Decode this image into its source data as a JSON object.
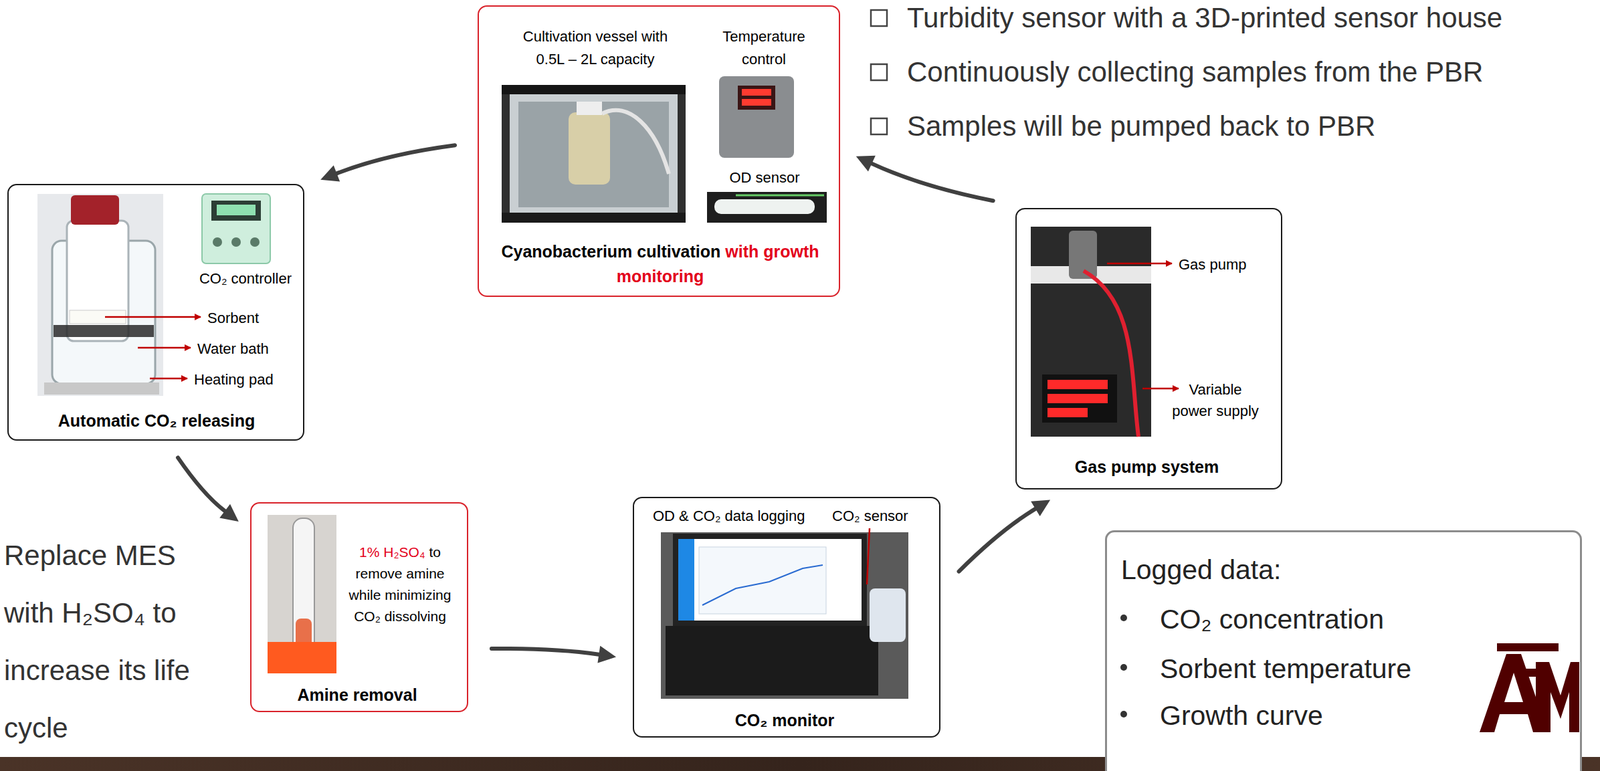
{
  "diagram": {
    "nodes": [
      {
        "text": [
          "Cultivation vessel with 0.5L – 2L capacity",
          "Temperature control",
          "OD sensor",
          "Cyanobacterium cultivation",
          "with growth monitoring"
        ]
      },
      {
        "text": [
          "CO₂ controller",
          "Sorbent",
          "Water bath",
          "Heating pad",
          "Automatic CO₂ releasing"
        ]
      },
      {
        "text": [
          "1% H₂SO₄",
          "to remove amine while minimizing CO₂ dissolving",
          "Amine removal"
        ]
      },
      {
        "text": [
          "OD & CO₂ data logging",
          "CO₂ sensor",
          "CO₂ monitor"
        ]
      },
      {
        "text": [
          "Gas pump",
          "Variable power supply",
          "Gas pump system"
        ]
      },
      {
        "text": [
          "Logged data:",
          "CO₂ concentration",
          "Sorbent temperature",
          "Growth curve"
        ]
      }
    ],
    "edges": [
      {
        "from": 0,
        "to": 1,
        "arrow": "to"
      },
      {
        "from": 1,
        "to": 2,
        "arrow": "to"
      },
      {
        "from": 2,
        "to": 3,
        "arrow": "to"
      },
      {
        "from": 3,
        "to": 4,
        "arrow": "to"
      },
      {
        "from": 4,
        "to": 0,
        "arrow": "to"
      }
    ],
    "labels": [
      "Turbidity sensor with a 3D-printed sensor house",
      "Continuously collecting samples from the PBR",
      "Samples will be pumped back to PBR",
      "Replace MES with H₂SO₄ to increase its life cycle"
    ]
  }
}
